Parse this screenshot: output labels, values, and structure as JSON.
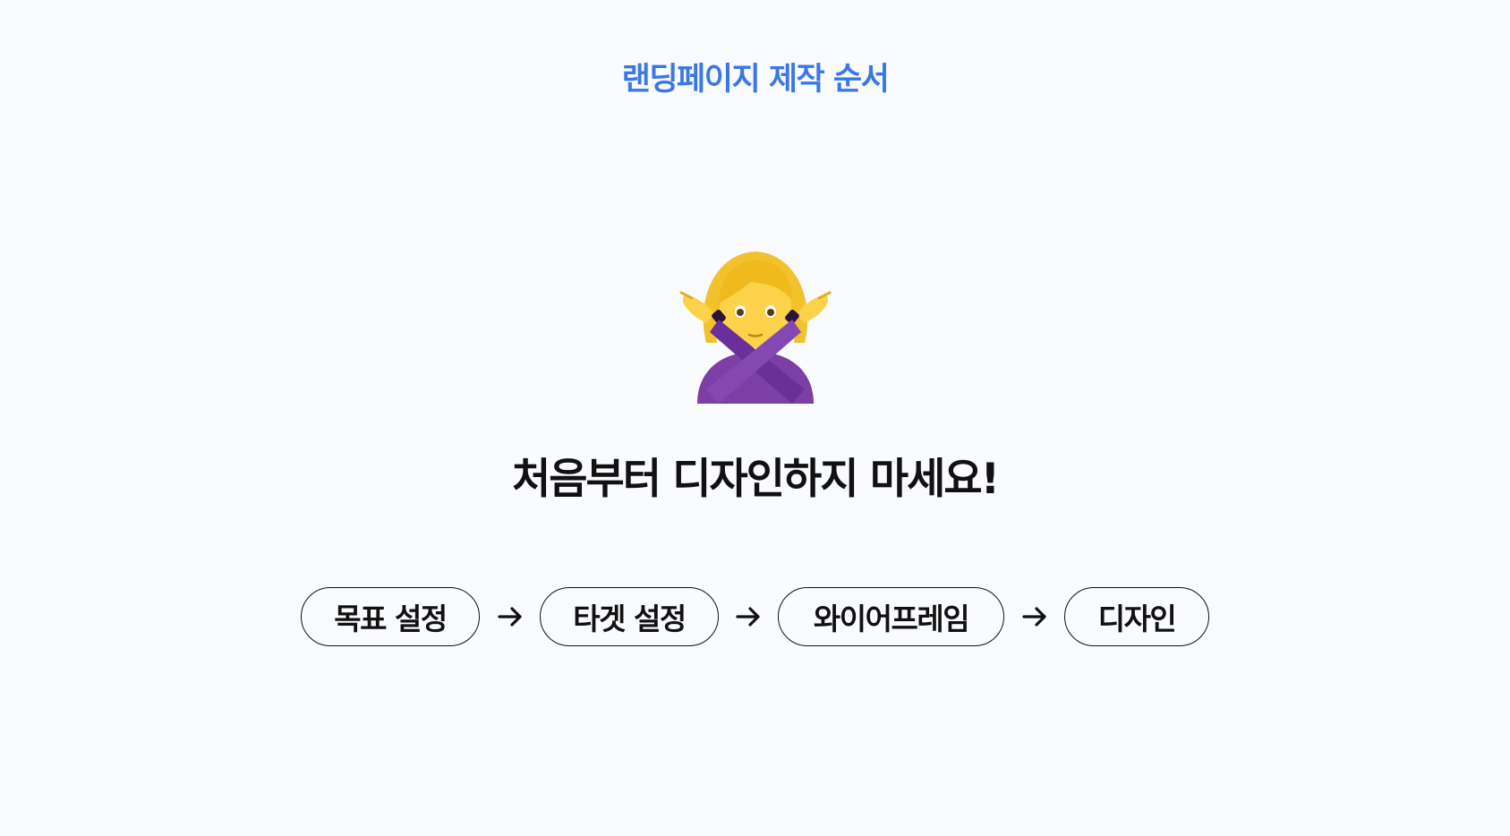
{
  "header": {
    "eyebrow": "랜딩페이지 제작 순서"
  },
  "hero": {
    "emoji": "woman-gesturing-no-emoji",
    "headline": "처음부터 디자인하지 마세요!"
  },
  "steps": [
    {
      "label": "목표 설정"
    },
    {
      "label": "타겟 설정"
    },
    {
      "label": "와이어프레임"
    },
    {
      "label": "디자인"
    }
  ],
  "colors": {
    "accent": "#3a78e4",
    "background": "#f9fbfe",
    "text": "#111111"
  }
}
